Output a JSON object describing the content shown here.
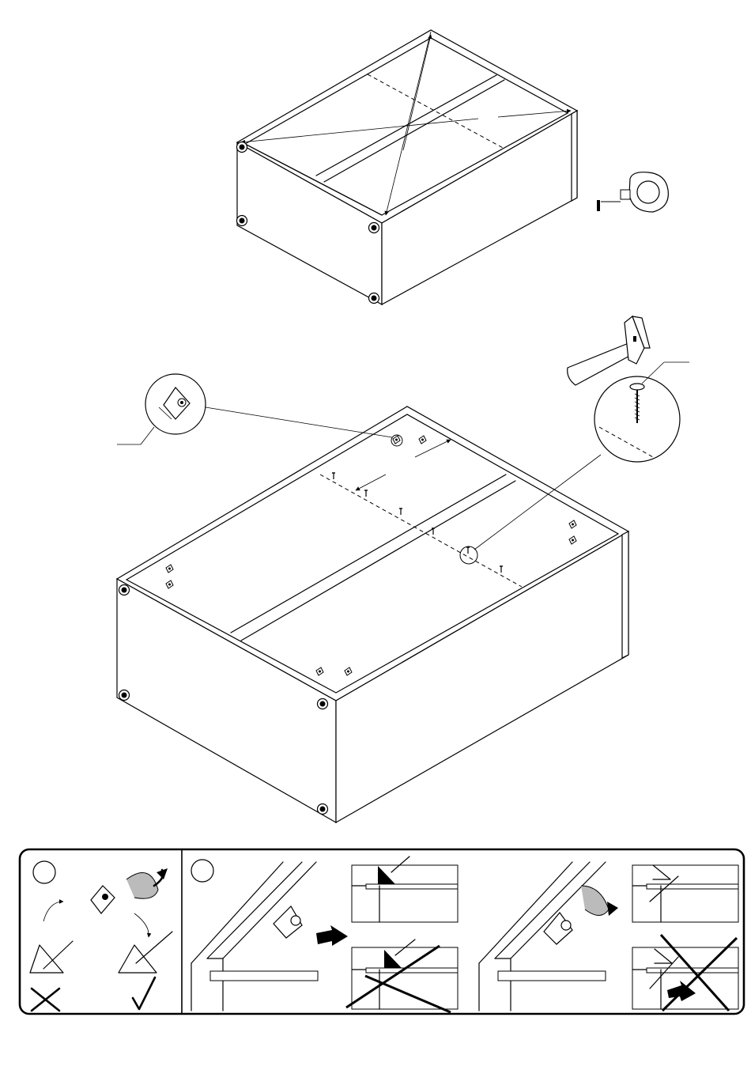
{
  "document": {
    "type": "assembly-instruction-page",
    "steps": [
      {
        "id": "measure-diagonals",
        "tools": [
          "tape-measure-icon"
        ]
      },
      {
        "id": "fix-back-and-corner-brackets",
        "tools": [
          "hammer-icon"
        ],
        "hardware": [
          "nail",
          "corner-bracket"
        ]
      }
    ],
    "detail_panel": {
      "section_a": {
        "marker": "circle",
        "hints": [
          "rotate-arrow-icon",
          "correct-check-icon",
          "wrong-cross-icon"
        ]
      },
      "section_b": {
        "marker": "circle",
        "hints": [
          "push-arrow-icon",
          "wrong-cross-icon"
        ]
      }
    }
  }
}
